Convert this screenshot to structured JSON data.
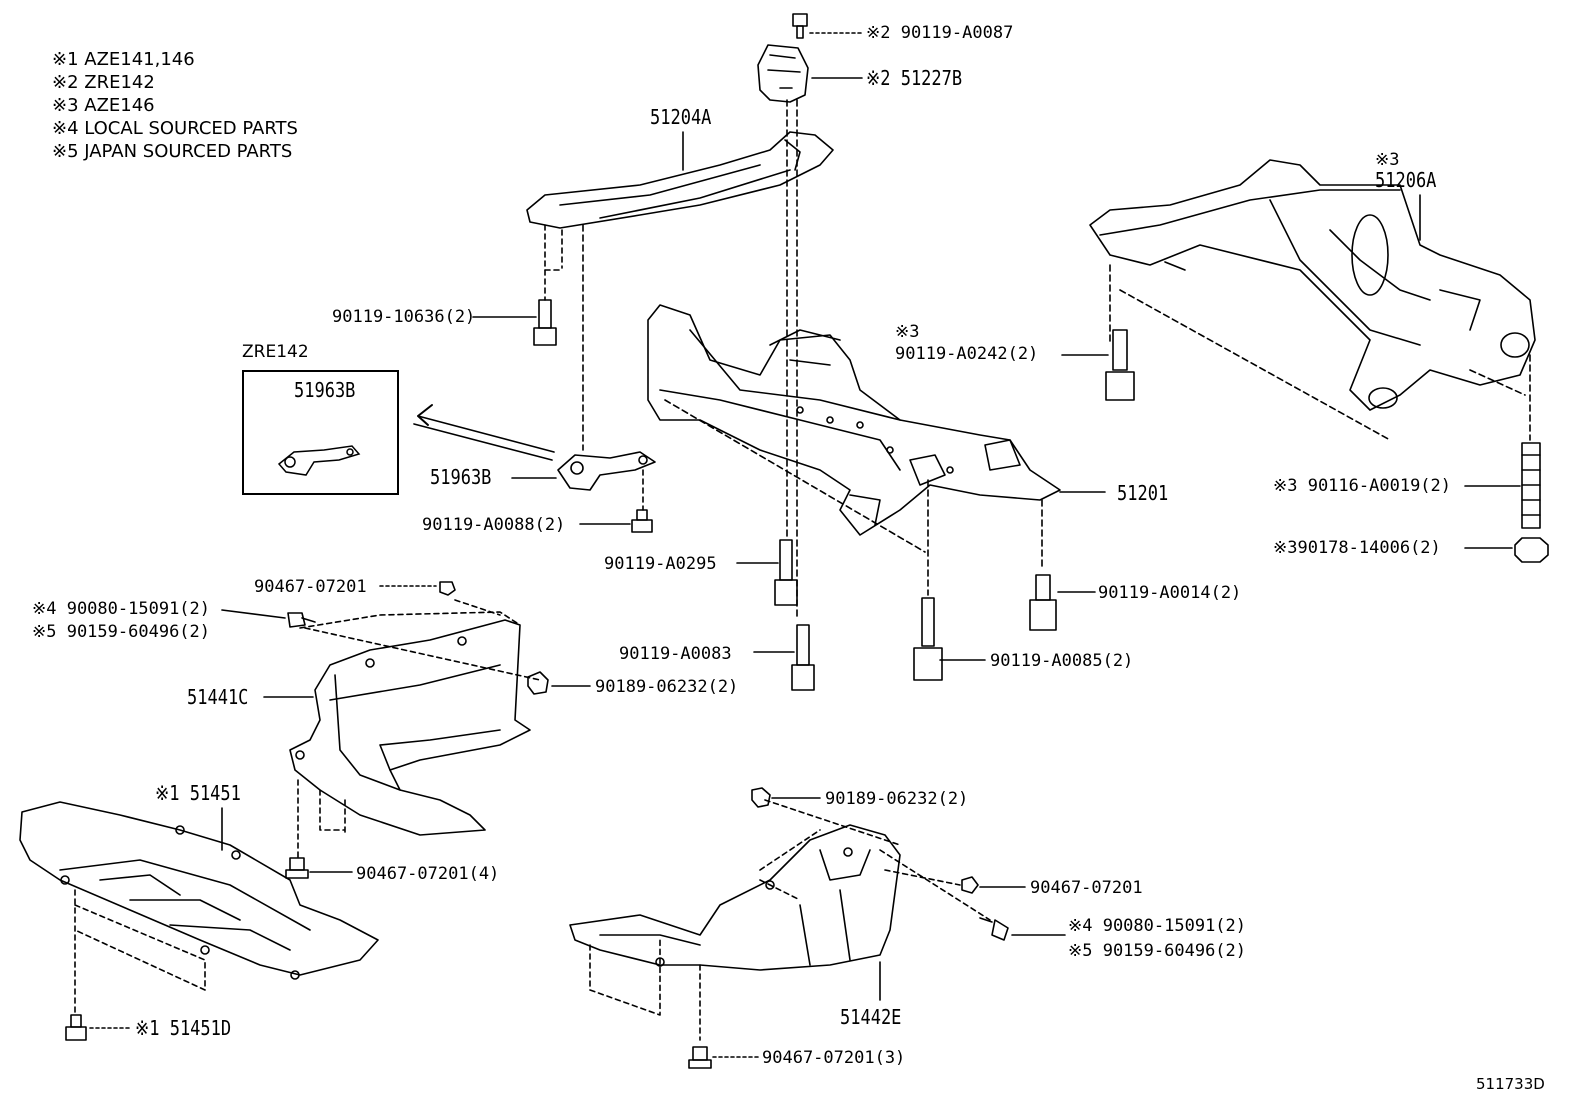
{
  "notes": [
    "※1 AZE141,146",
    "※2 ZRE142",
    "※3 AZE146",
    "※4 LOCAL SOURCED PARTS",
    "※5 JAPAN SOURCED PARTS"
  ],
  "inset": {
    "title": "ZRE142",
    "part": "51963B"
  },
  "labels": {
    "p_90119_A0087": "※2 90119-A0087",
    "p_51227B": "※2 51227B",
    "p_51204A": "51204A",
    "p_51206A_note": "※3",
    "p_51206A": "51206A",
    "p_90119_10636": "90119-10636(2)",
    "p_90119_A0242_note": "※3",
    "p_90119_A0242": "90119-A0242(2)",
    "p_51963B": "51963B",
    "p_51201": "51201",
    "p_90119_A0088": "90119-A0088(2)",
    "p_90116_A0019": "※3 90116-A0019(2)",
    "p_90119_A0295": "90119-A0295",
    "p_90178_14006": "※390178-14006(2)",
    "p_90467_07201_a": "90467-07201",
    "p_90119_A0014": "90119-A0014(2)",
    "p_90080_15091_a": "※4  90080-15091(2)",
    "p_90159_60496_a": "※5  90159-60496(2)",
    "p_90119_A0083": "90119-A0083",
    "p_90119_A0085": "90119-A0085(2)",
    "p_51441C": "51441C",
    "p_90189_06232_a": "90189-06232(2)",
    "p_51451": "※1 51451",
    "p_90189_06232_b": "90189-06232(2)",
    "p_90467_07201_4": "90467-07201(4)",
    "p_90467_07201_b": "90467-07201",
    "p_90080_15091_b": "※4  90080-15091(2)",
    "p_90159_60496_b": "※5  90159-60496(2)",
    "p_51442E": "51442E",
    "p_51451D": "※1 51451D",
    "p_90467_07201_3": "90467-07201(3)",
    "diagram_code": "511733D"
  }
}
